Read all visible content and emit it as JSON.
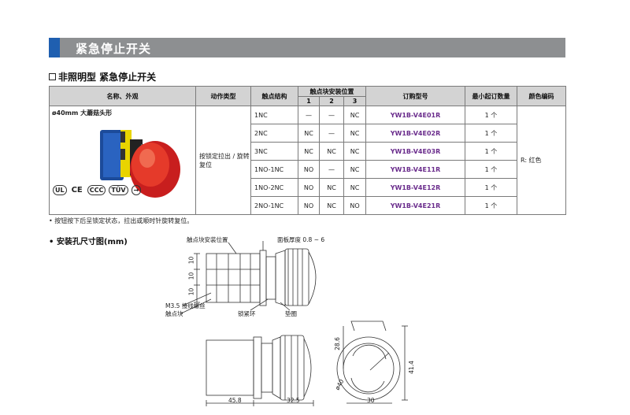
{
  "header": {
    "title": "紧急停止开关"
  },
  "section": {
    "title": "非照明型 紧急停止开关"
  },
  "table": {
    "headers": {
      "name": "名称、外观",
      "action": "动作类型",
      "contact_structure": "触点结构",
      "contact_block_position": "触点块安装位置",
      "positions": [
        "1",
        "2",
        "3"
      ],
      "order_no": "订购型号",
      "min_qty": "最小起订数量",
      "color_code": "颜色编码"
    },
    "product_label": "ø40mm 大蘑菇头形",
    "action_type": "按锁定拉出 / 旋转复位",
    "color": "R: 红色",
    "certifications": [
      "UL",
      "CE",
      "CCC",
      "TÜV",
      "→"
    ],
    "rows": [
      {
        "contact": "1NC",
        "p1": "—",
        "p2": "—",
        "p3": "NC",
        "order": "YW1B-V4E01R",
        "qty": "1 个"
      },
      {
        "contact": "2NC",
        "p1": "NC",
        "p2": "—",
        "p3": "NC",
        "order": "YW1B-V4E02R",
        "qty": "1 个"
      },
      {
        "contact": "3NC",
        "p1": "NC",
        "p2": "NC",
        "p3": "NC",
        "order": "YW1B-V4E03R",
        "qty": "1 个"
      },
      {
        "contact": "1NO-1NC",
        "p1": "NO",
        "p2": "—",
        "p3": "NC",
        "order": "YW1B-V4E11R",
        "qty": "1 个"
      },
      {
        "contact": "1NO-2NC",
        "p1": "NO",
        "p2": "NC",
        "p3": "NC",
        "order": "YW1B-V4E12R",
        "qty": "1 个"
      },
      {
        "contact": "2NO-1NC",
        "p1": "NO",
        "p2": "NC",
        "p3": "NO",
        "order": "YW1B-V4E21R",
        "qty": "1 个"
      }
    ]
  },
  "note": "• 按钮按下后呈锁定状态，拉出或顺时针旋转复位。",
  "dimensions": {
    "title": "• 安装孔尺寸图(mm)",
    "labels": {
      "contact_block_pos": "触点块安装位置",
      "panel_thickness": "面板厚度 0.8 ~ 6",
      "screw": "M3.5 接线螺丝",
      "contact_block": "触点块",
      "lock_ring": "锁紧环",
      "washer": "垫圈"
    },
    "values": [
      "10",
      "10",
      "10",
      "28.6",
      "41.4",
      "ø40",
      "45.8",
      "32.5",
      "30"
    ]
  }
}
